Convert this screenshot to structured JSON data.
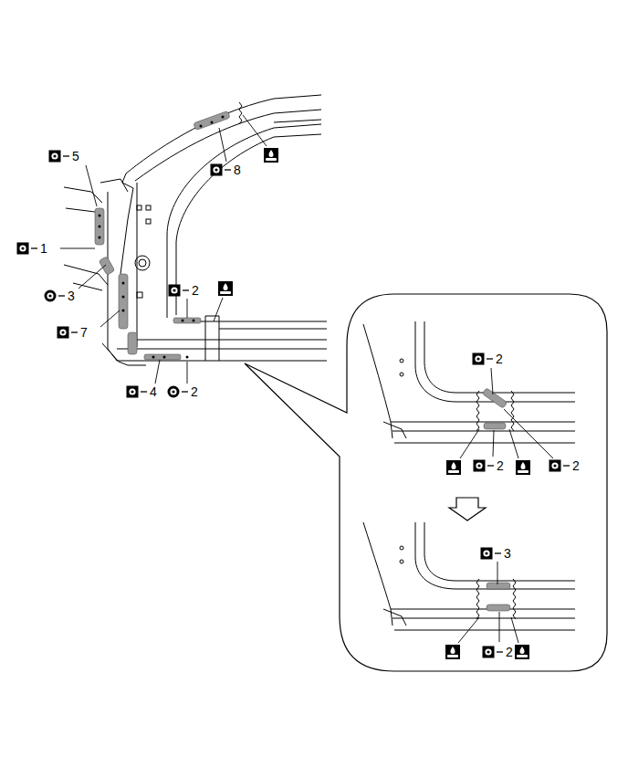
{
  "diagram": {
    "labels": [
      "5",
      "8",
      "1",
      "3",
      "2",
      "7",
      "4",
      "2",
      "2",
      "2",
      "2",
      "3",
      "2"
    ]
  }
}
